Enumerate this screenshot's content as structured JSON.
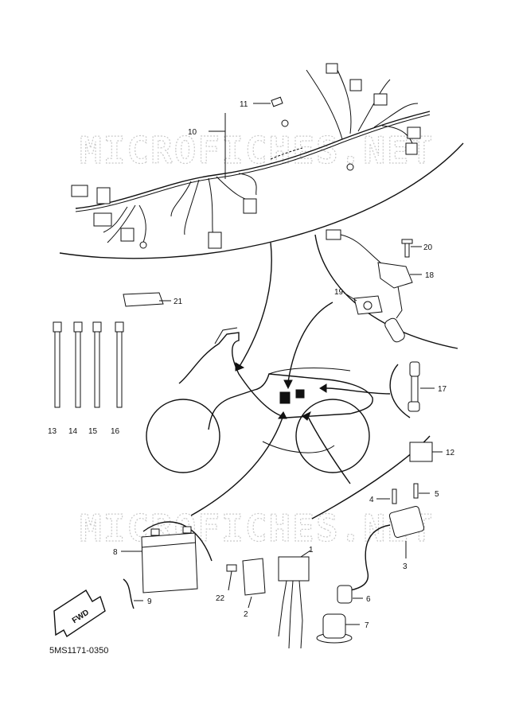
{
  "diagram": {
    "code": "5MS1171-0350",
    "watermark": "MICROFICHES.NET",
    "fwd_label": "FWD",
    "callouts": [
      {
        "id": "c1",
        "label": "1"
      },
      {
        "id": "c2",
        "label": "2"
      },
      {
        "id": "c3",
        "label": "3"
      },
      {
        "id": "c4",
        "label": "4"
      },
      {
        "id": "c5",
        "label": "5"
      },
      {
        "id": "c6",
        "label": "6"
      },
      {
        "id": "c7",
        "label": "7"
      },
      {
        "id": "c8",
        "label": "8"
      },
      {
        "id": "c9",
        "label": "9"
      },
      {
        "id": "c10",
        "label": "10"
      },
      {
        "id": "c11",
        "label": "11"
      },
      {
        "id": "c12",
        "label": "12"
      },
      {
        "id": "c13",
        "label": "13"
      },
      {
        "id": "c14",
        "label": "14"
      },
      {
        "id": "c15",
        "label": "15"
      },
      {
        "id": "c16",
        "label": "16"
      },
      {
        "id": "c17",
        "label": "17"
      },
      {
        "id": "c18",
        "label": "18"
      },
      {
        "id": "c19",
        "label": "19"
      },
      {
        "id": "c20",
        "label": "20"
      },
      {
        "id": "c21",
        "label": "21"
      },
      {
        "id": "c22",
        "label": "22"
      }
    ]
  }
}
